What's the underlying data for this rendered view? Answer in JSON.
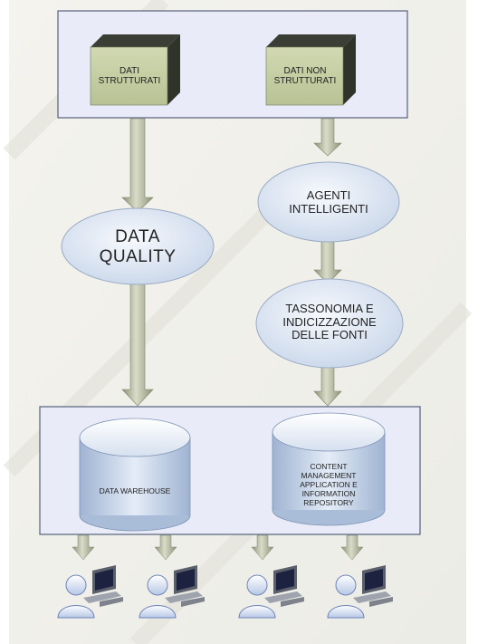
{
  "sources": {
    "structured": "DATI STRUTTURATI",
    "unstructured": "DATI NON STRUTTURATI"
  },
  "process": {
    "data_quality": "DATA QUALITY",
    "intelligent_agents": "AGENTI INTELLIGENTI",
    "taxonomy": "TASSONOMIA E INDICIZZAZIONE DELLE FONTI"
  },
  "repositories": {
    "warehouse": "DATA WAREHOUSE",
    "cms": "CONTENT MANAGEMENT APPLICATION E INFORMATION REPOSITORY"
  },
  "colors": {
    "panel_fill": "#e9ecf8",
    "panel_stroke": "#55607a",
    "cube_front": "#c6d0a3",
    "arrow": "#b9bea5",
    "ellipse": "#dfe8f4",
    "cylinder": "#c8d6ea"
  },
  "icons": [
    "box-icon",
    "cylinder-icon",
    "down-arrow-icon",
    "user-icon",
    "computer-icon"
  ]
}
